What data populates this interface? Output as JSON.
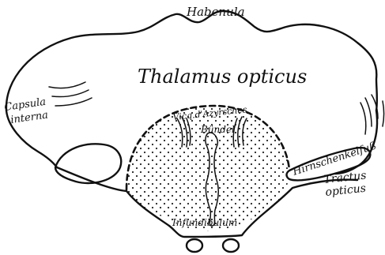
{
  "labels": {
    "habenula": "Habenula",
    "thalamus": "Thalamus opticus",
    "capsula_line1": "Capsula",
    "capsula_line2": "interna",
    "azyr_line1": "Vicq.d'Azyrsches",
    "azyr_line2": "Bündel",
    "hirnschenkelfuss": "Hirnschenkelfuß",
    "tractus_line1": "Tractus",
    "tractus_line2": "opticus",
    "infundibulum": "Infundibulum"
  }
}
